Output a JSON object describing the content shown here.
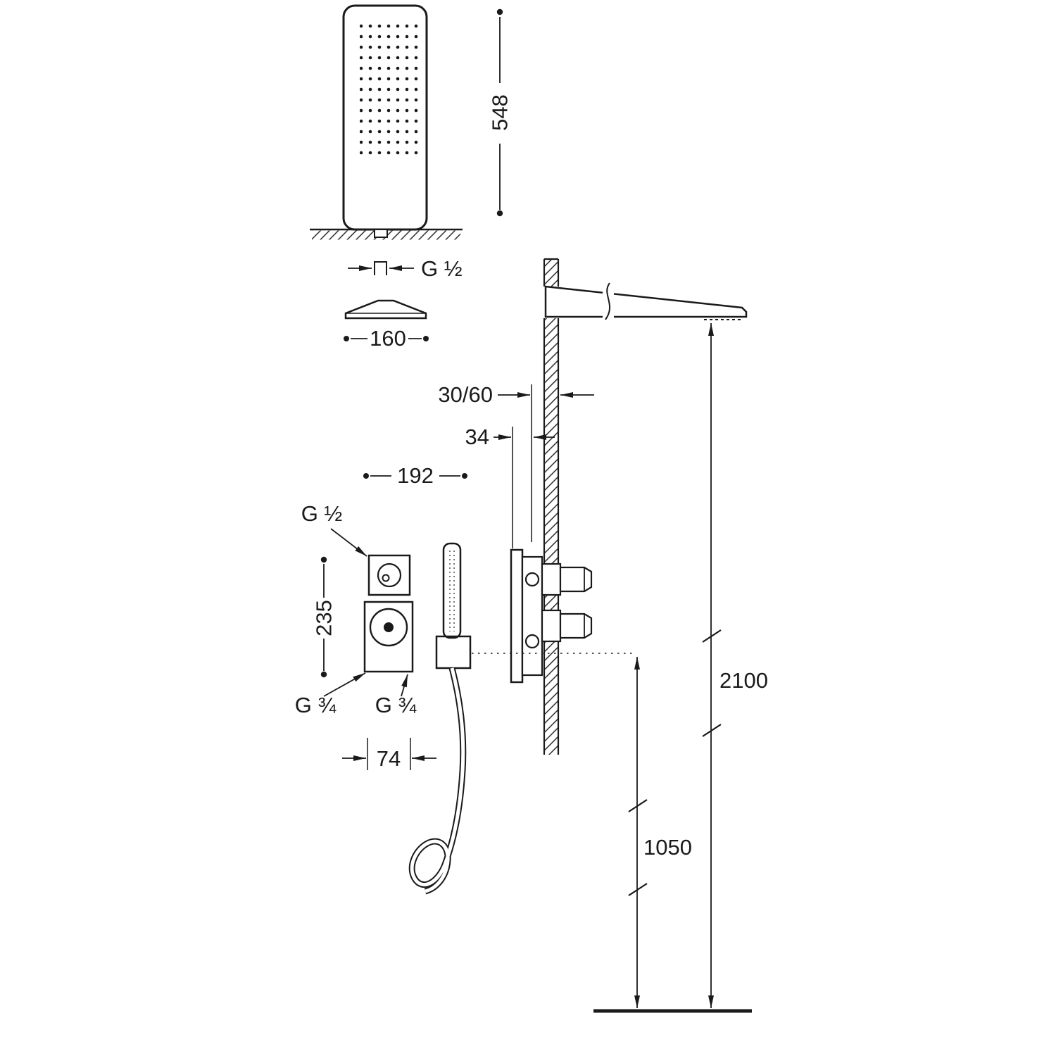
{
  "diagram": {
    "type": "technical-installation-drawing",
    "subject": "concealed thermostatic shower system with body jet, cascade spout and hand shower",
    "colors": {
      "line": "#1a1a1a",
      "background": "#ffffff"
    },
    "labels": {
      "body_jet_height": "548",
      "body_jet_connection": "G ½",
      "body_jet_width": "160",
      "wall_thickness_range": "30/60",
      "recess_depth": "34",
      "horizontal_spacing": "192",
      "valve_top_connection": "G ½",
      "vertical_spacing": "235",
      "outlet_connection_left": "G ¾",
      "outlet_connection_right": "G ¾",
      "trim_width": "74",
      "cascade_mount_height": "2100",
      "valve_mount_height": "1050"
    }
  }
}
